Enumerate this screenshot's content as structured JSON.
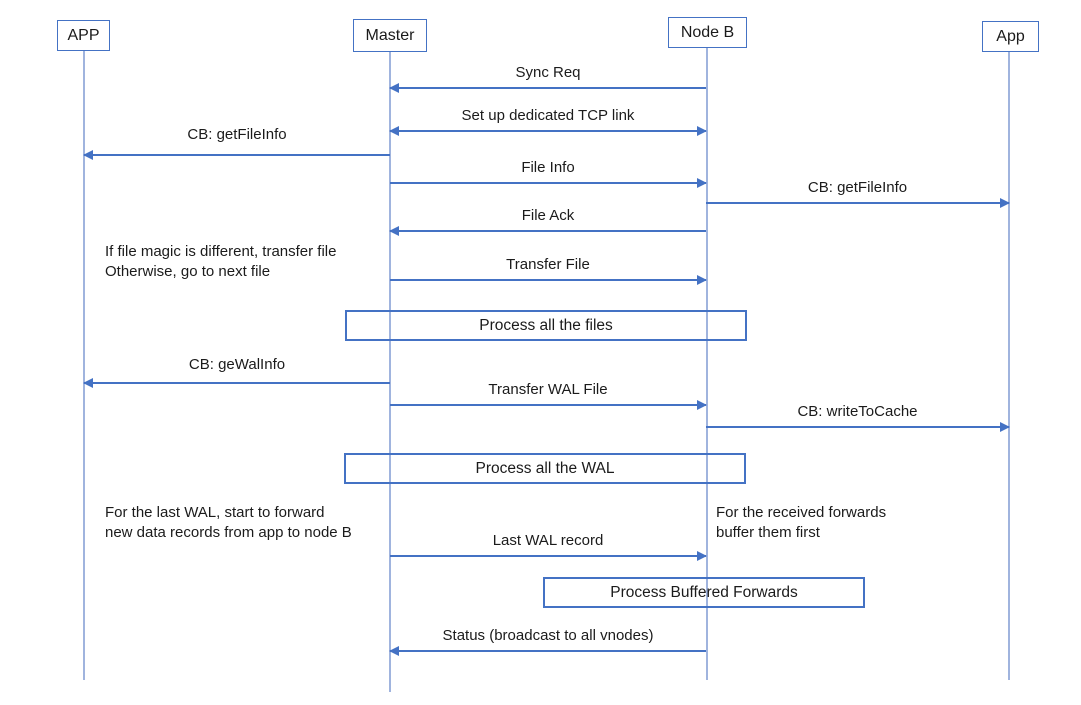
{
  "colors": {
    "accent": "#4472C4",
    "lifeline": "#A0B4DE",
    "text": "#1b1b1b"
  },
  "actors": [
    {
      "label": "APP"
    },
    {
      "label": "Master"
    },
    {
      "label": "Node B"
    },
    {
      "label": "App"
    }
  ],
  "messages": [
    {
      "label": "Sync Req",
      "from": "Node B",
      "to": "Master"
    },
    {
      "label": "Set up dedicated TCP link",
      "from": "Master",
      "to": "Node B",
      "bidirectional": true
    },
    {
      "label": "CB: getFileInfo",
      "from": "Master",
      "to": "APP"
    },
    {
      "label": "File Info",
      "from": "Master",
      "to": "Node B"
    },
    {
      "label": "CB: getFileInfo",
      "from": "Node B",
      "to": "App"
    },
    {
      "label": "File Ack",
      "from": "Node B",
      "to": "Master"
    },
    {
      "label": "Transfer File",
      "from": "Master",
      "to": "Node B"
    },
    {
      "label": "CB: geWalInfo",
      "from": "Master",
      "to": "APP"
    },
    {
      "label": "Transfer WAL File",
      "from": "Master",
      "to": "Node B"
    },
    {
      "label": "CB: writeToCache",
      "from": "Node B",
      "to": "App"
    },
    {
      "label": "Last WAL record",
      "from": "Master",
      "to": "Node B"
    },
    {
      "label": "Status (broadcast to all vnodes)",
      "from": "Node B",
      "to": "Master"
    }
  ],
  "process_boxes": [
    {
      "label": "Process all the files"
    },
    {
      "label": "Process all the WAL"
    },
    {
      "label": "Process Buffered Forwards"
    }
  ],
  "annotations": [
    {
      "text": "If file magic is different, transfer file\nOtherwise, go to next file"
    },
    {
      "text": "For the last WAL, start to forward\nnew data records from app to node B"
    },
    {
      "text": "For the received forwards\nbuffer them first"
    }
  ]
}
